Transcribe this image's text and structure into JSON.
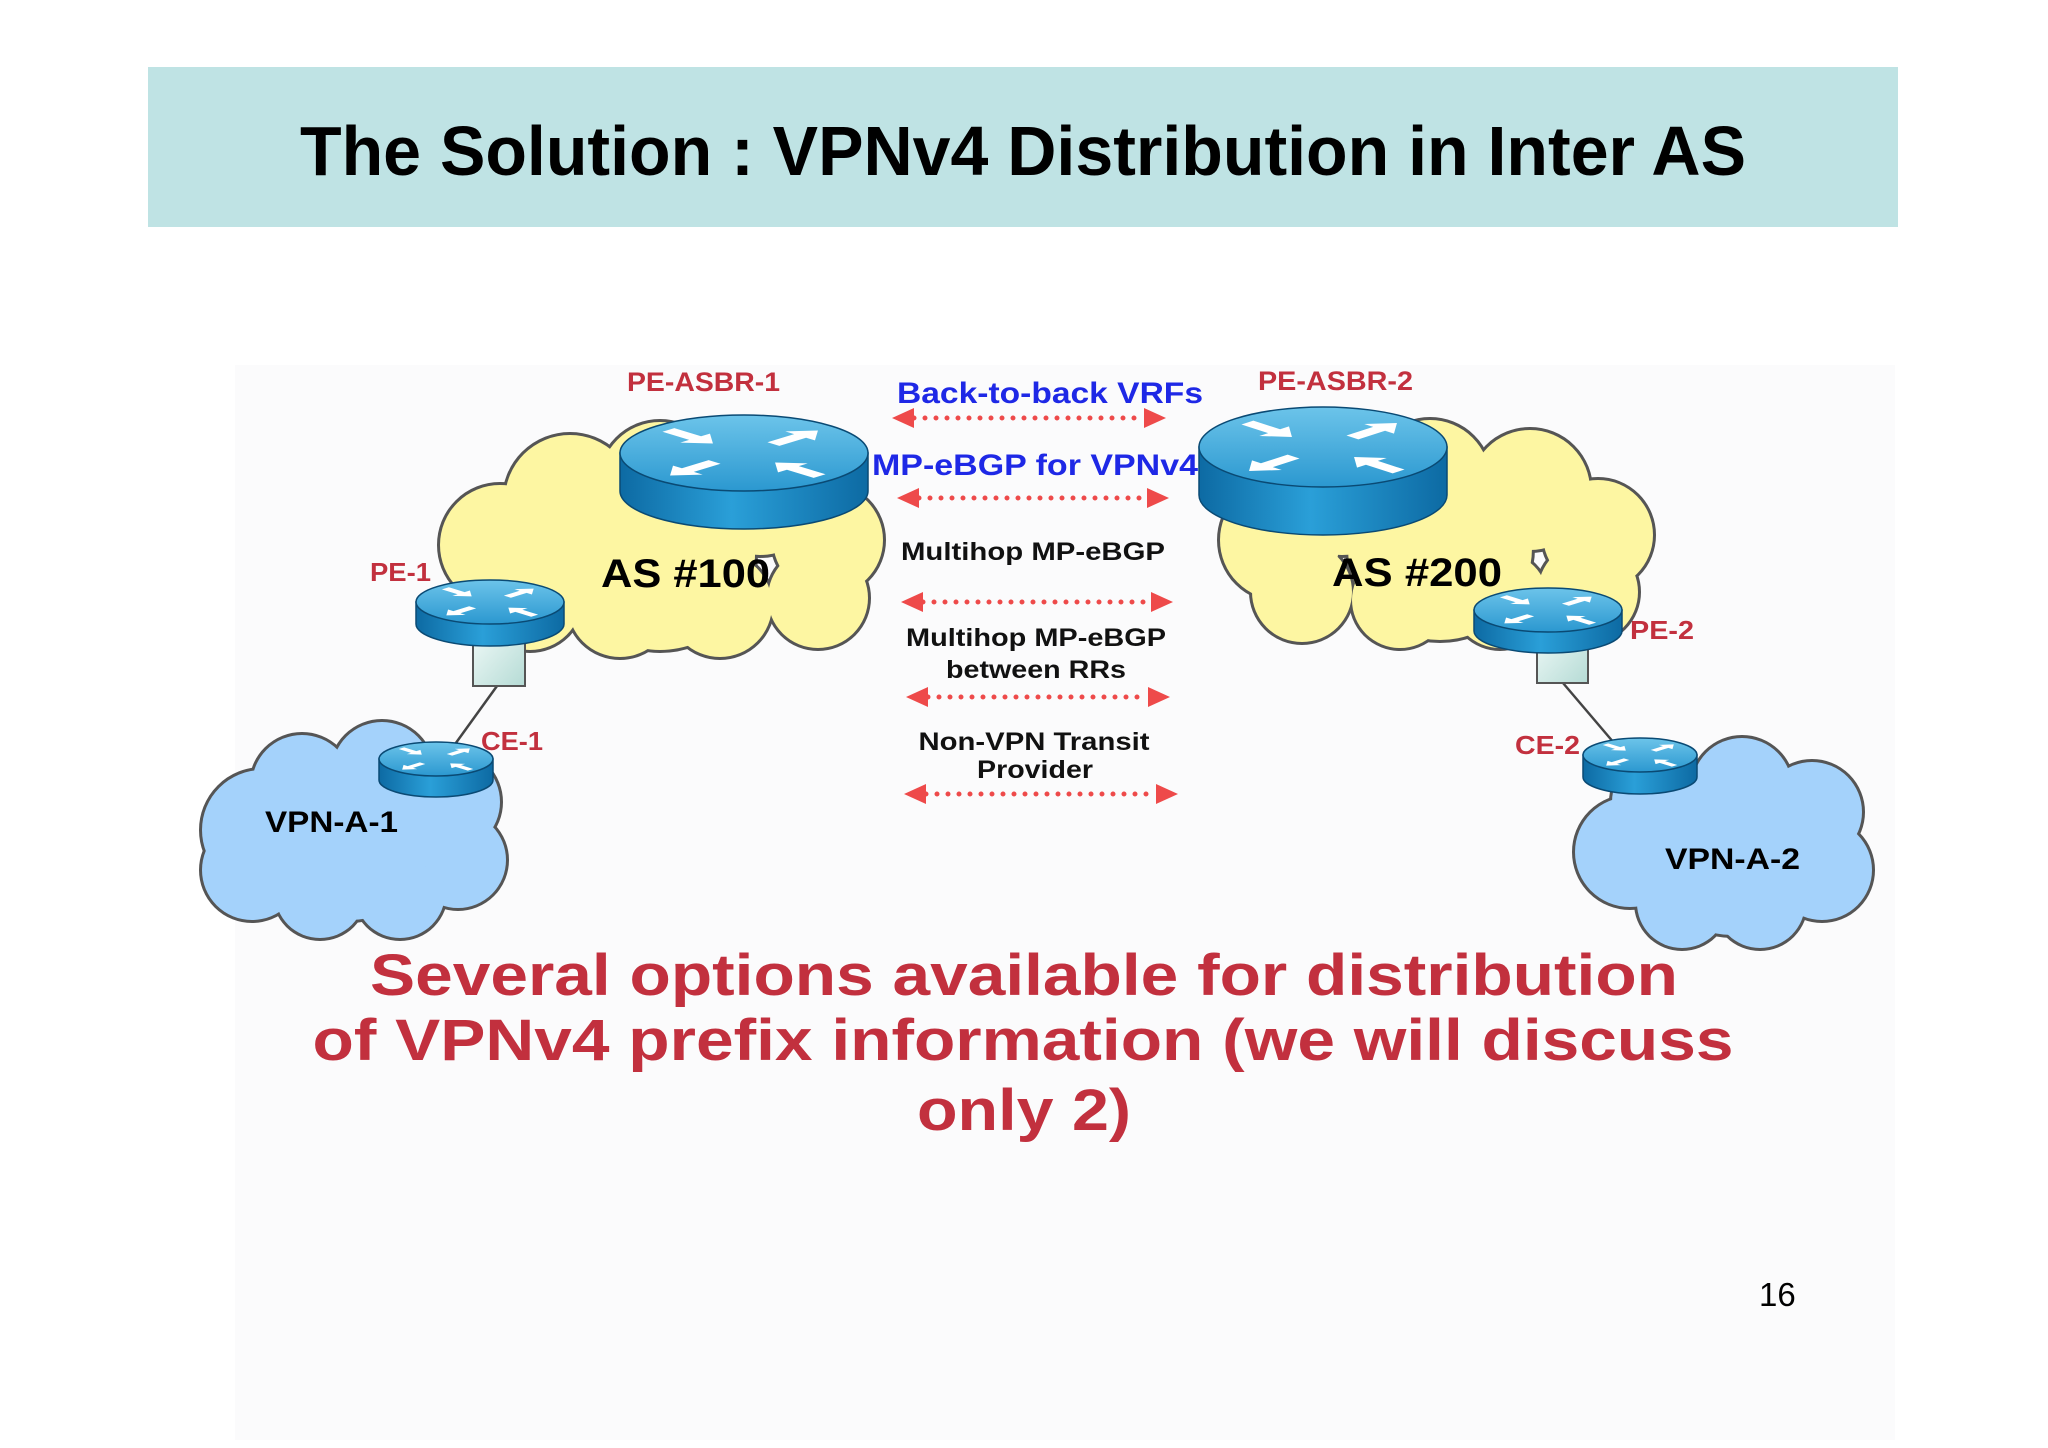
{
  "title": "The Solution : VPNv4 Distribution in Inter AS",
  "diagram": {
    "left_as": {
      "as_label": "AS #100",
      "asbr_label": "PE-ASBR-1",
      "pe_label": "PE-1",
      "ce_label": "CE-1",
      "vpn_label": "VPN-A-1"
    },
    "right_as": {
      "as_label": "AS #200",
      "asbr_label": "PE-ASBR-2",
      "pe_label": "PE-2",
      "ce_label": "CE-2",
      "vpn_label": "VPN-A-2"
    },
    "options": [
      {
        "lines": [
          "Back-to-back VRFs"
        ]
      },
      {
        "lines": [
          "MP-eBGP for VPNv4"
        ]
      },
      {
        "lines": [
          "Multihop MP-eBGP"
        ]
      },
      {
        "lines": [
          "Multihop MP-eBGP",
          "between RRs"
        ]
      },
      {
        "lines": [
          "Non-VPN Transit",
          "Provider"
        ]
      }
    ],
    "icons": {
      "router": "router-icon",
      "interface": "interface-card-icon",
      "arrow": "bidirectional-dotted-arrow-icon",
      "cloud": "cloud-icon"
    }
  },
  "caption": {
    "lines": [
      "Several options available for distribution",
      "of VPNv4 prefix information (we will discuss",
      "only 2)"
    ]
  },
  "page_number": "16",
  "colors": {
    "title_band": "#bfe3e4",
    "device_label": "#c2303e",
    "option_highlight": "#1e28e6",
    "arrow": "#ee4a4a",
    "caption": "#c2303e",
    "as_cloud": "#fdf6a2",
    "vpn_cloud": "#a4d2fb",
    "router_top": "#3da9dc",
    "router_body": "#1580bf"
  }
}
